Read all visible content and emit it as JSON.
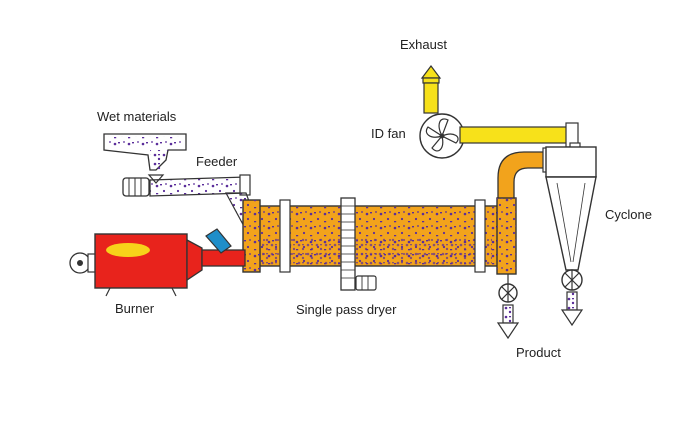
{
  "labels": {
    "exhaust": "Exhaust",
    "wet_materials": "Wet materials",
    "id_fan": "ID fan",
    "feeder": "Feeder",
    "cyclone": "Cyclone",
    "burner": "Burner",
    "dryer": "Single pass dryer",
    "product": "Product"
  },
  "colors": {
    "drum": "#f2a31c",
    "pipe": "#f7e11a",
    "burner": "#e8231c",
    "flame": "#f7d21a",
    "material": "#5a2d9a",
    "chute": "#1f8ec9",
    "outline": "#333333"
  }
}
